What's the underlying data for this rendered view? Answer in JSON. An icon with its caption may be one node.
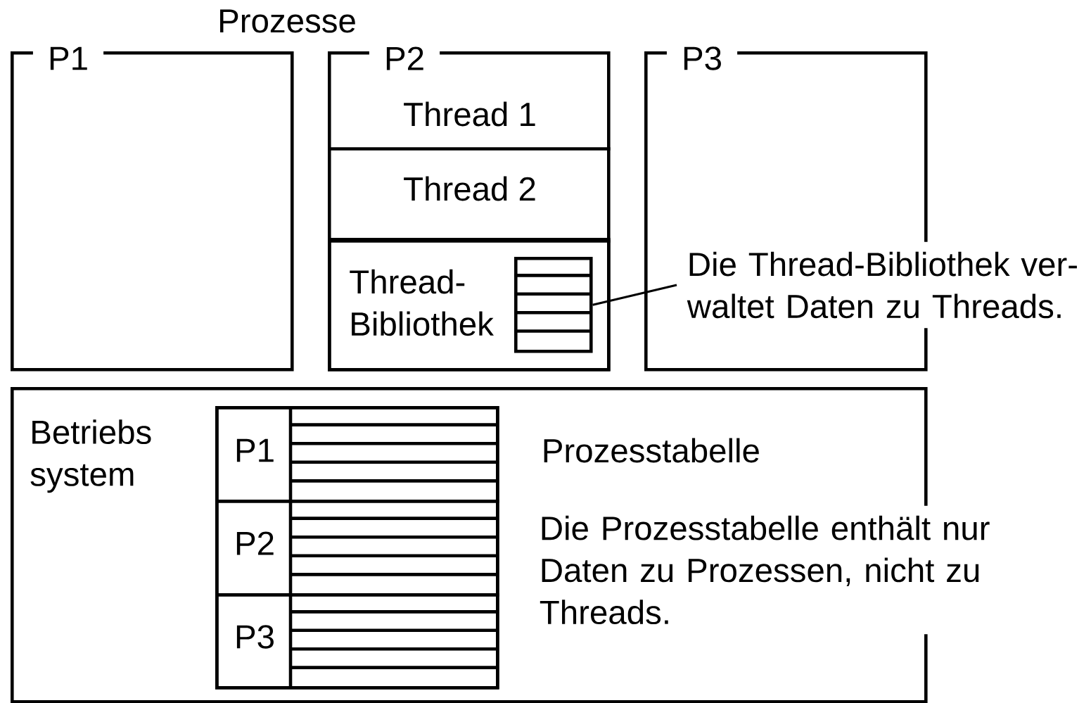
{
  "diagram": {
    "nodes": [
      {
        "text": [
          "P1"
        ]
      },
      {
        "text": [
          "P2"
        ]
      },
      {
        "text": [
          "Thread 1"
        ],
        "in": 1
      },
      {
        "text": [
          "Thread 2"
        ],
        "in": 1
      },
      {
        "text": [
          "Thread-Bibliothek"
        ],
        "in": 1
      },
      {
        "text": [],
        "shape": "box",
        "in": 4
      },
      {
        "text": [
          "P3"
        ]
      },
      {
        "text": [
          "Die Thread-Bibliothek ver- waltet Daten zu Threads."
        ]
      },
      {
        "text": [
          "Betriebs system"
        ]
      },
      {
        "text": [],
        "shape": "box",
        "in": 8
      },
      {
        "text": [
          "P1"
        ],
        "in": 9
      },
      {
        "text": [
          "P2"
        ],
        "in": 9
      },
      {
        "text": [
          "P3"
        ],
        "in": 9
      }
    ],
    "edges": [
      {
        "from": 7,
        "to": 5,
        "arrow": "none"
      }
    ],
    "labels": [
      "Prozesse",
      "Prozesstabelle",
      "Die Prozesstabelle enthält nur Daten zu Prozessen, nicht zu Threads."
    ]
  }
}
